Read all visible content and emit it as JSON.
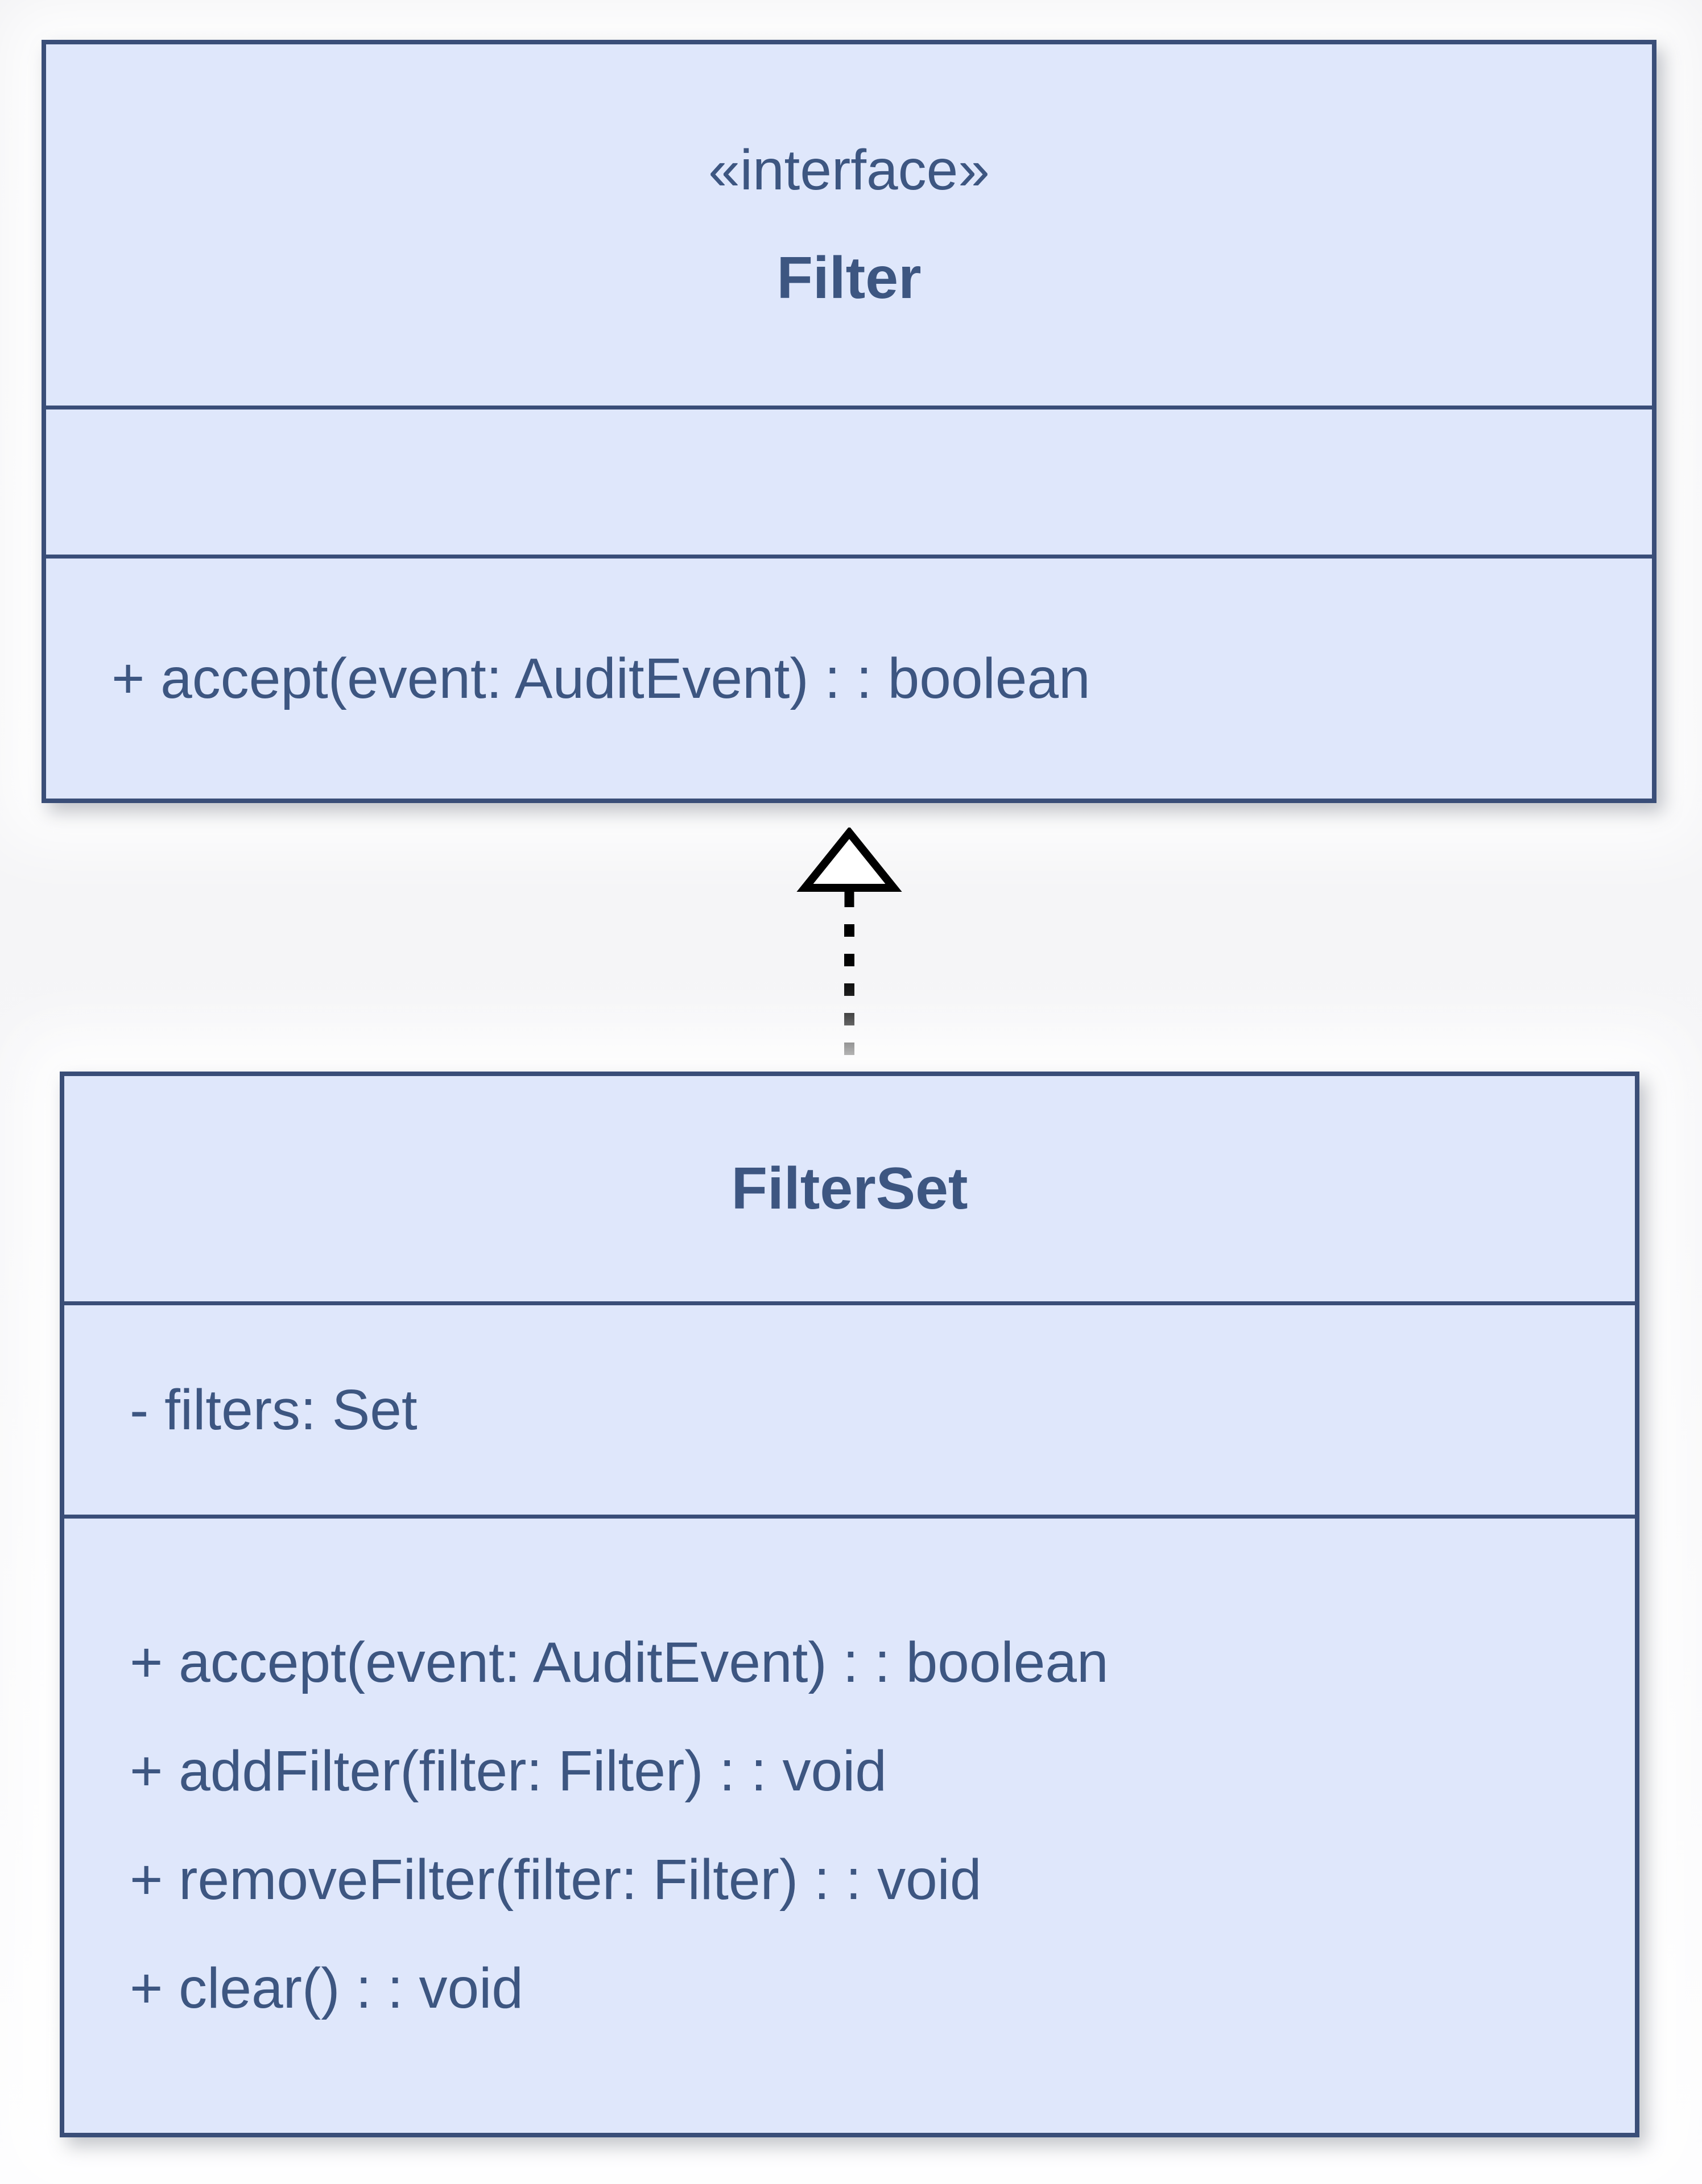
{
  "interface_box": {
    "stereotype": "«interface»",
    "name": "Filter",
    "attributes": [],
    "methods": [
      "+ accept(event: AuditEvent) : : boolean"
    ]
  },
  "class_box": {
    "name": "FilterSet",
    "attributes": [
      "- filters: Set"
    ],
    "methods": [
      "+ accept(event: AuditEvent) : : boolean",
      "+ addFilter(filter: Filter) : : void",
      "+ removeFilter(filter: Filter) : : void",
      "+ clear() : : void"
    ]
  },
  "relationship": {
    "type": "realization",
    "from": "FilterSet",
    "to": "Filter"
  },
  "colors": {
    "box_fill": "#dfe7fb",
    "box_border": "#3a4e78",
    "text": "#3d5681",
    "arrow": "#000000",
    "background": "#f4f4f6"
  }
}
